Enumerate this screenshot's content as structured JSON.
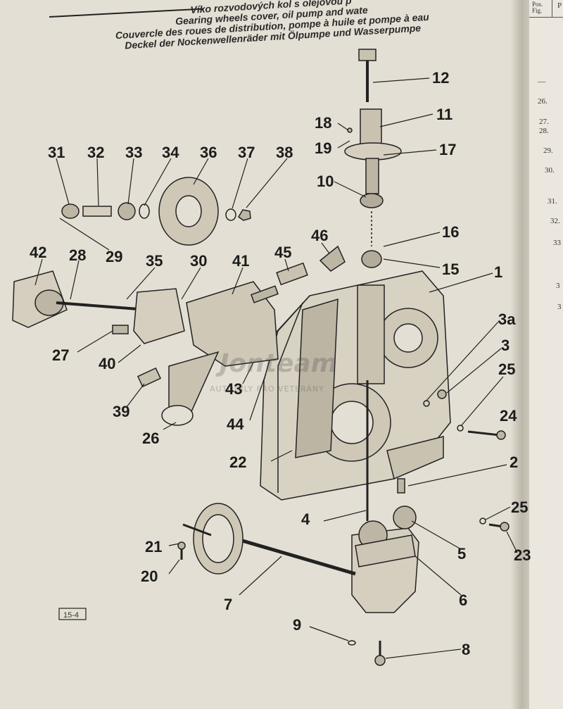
{
  "title": {
    "czech": "Víko rozvodových kol s olejovou p",
    "english": "Gearing wheels cover, oil pump and wate",
    "french": "Couvercle des roues de distribution, pompe à huile et pompe à eau",
    "german": "Deckel der Nockenwellenräder mit Ölpumpe und Wasserpumpe"
  },
  "figure_ref": "15-4",
  "watermark": {
    "brand": "Jonteam",
    "sub": "AUTODÍLY PRO VETERÁNY"
  },
  "parts_labels": {
    "p1": "1",
    "p2": "2",
    "p3": "3",
    "p3a": "3a",
    "p4": "4",
    "p5": "5",
    "p6": "6",
    "p7": "7",
    "p8": "8",
    "p9": "9",
    "p10": "10",
    "p11": "11",
    "p12": "12",
    "p15": "15",
    "p16": "16",
    "p17": "17",
    "p18": "18",
    "p19": "19",
    "p20": "20",
    "p21": "21",
    "p22": "22",
    "p23": "23",
    "p24": "24",
    "p25a": "25",
    "p25b": "25",
    "p26": "26",
    "p27": "27",
    "p28": "28",
    "p29": "29",
    "p30": "30",
    "p31": "31",
    "p32": "32",
    "p33": "33",
    "p34": "34",
    "p35": "35",
    "p36": "36",
    "p37": "37",
    "p38": "38",
    "p39": "39",
    "p40": "40",
    "p41": "41",
    "p42": "42",
    "p43": "43",
    "p44": "44",
    "p45": "45",
    "p46": "46"
  },
  "next_page": {
    "header_pos": "Pos.",
    "header_fig": "Fig.",
    "header_p": "P",
    "rows": [
      "—",
      "26.",
      "27.",
      "28.",
      "29.",
      "30.",
      "31.",
      "32.",
      "33",
      "3",
      "3"
    ]
  },
  "colors": {
    "paper": "#e4dfd4",
    "ink": "#1c1c1c"
  }
}
